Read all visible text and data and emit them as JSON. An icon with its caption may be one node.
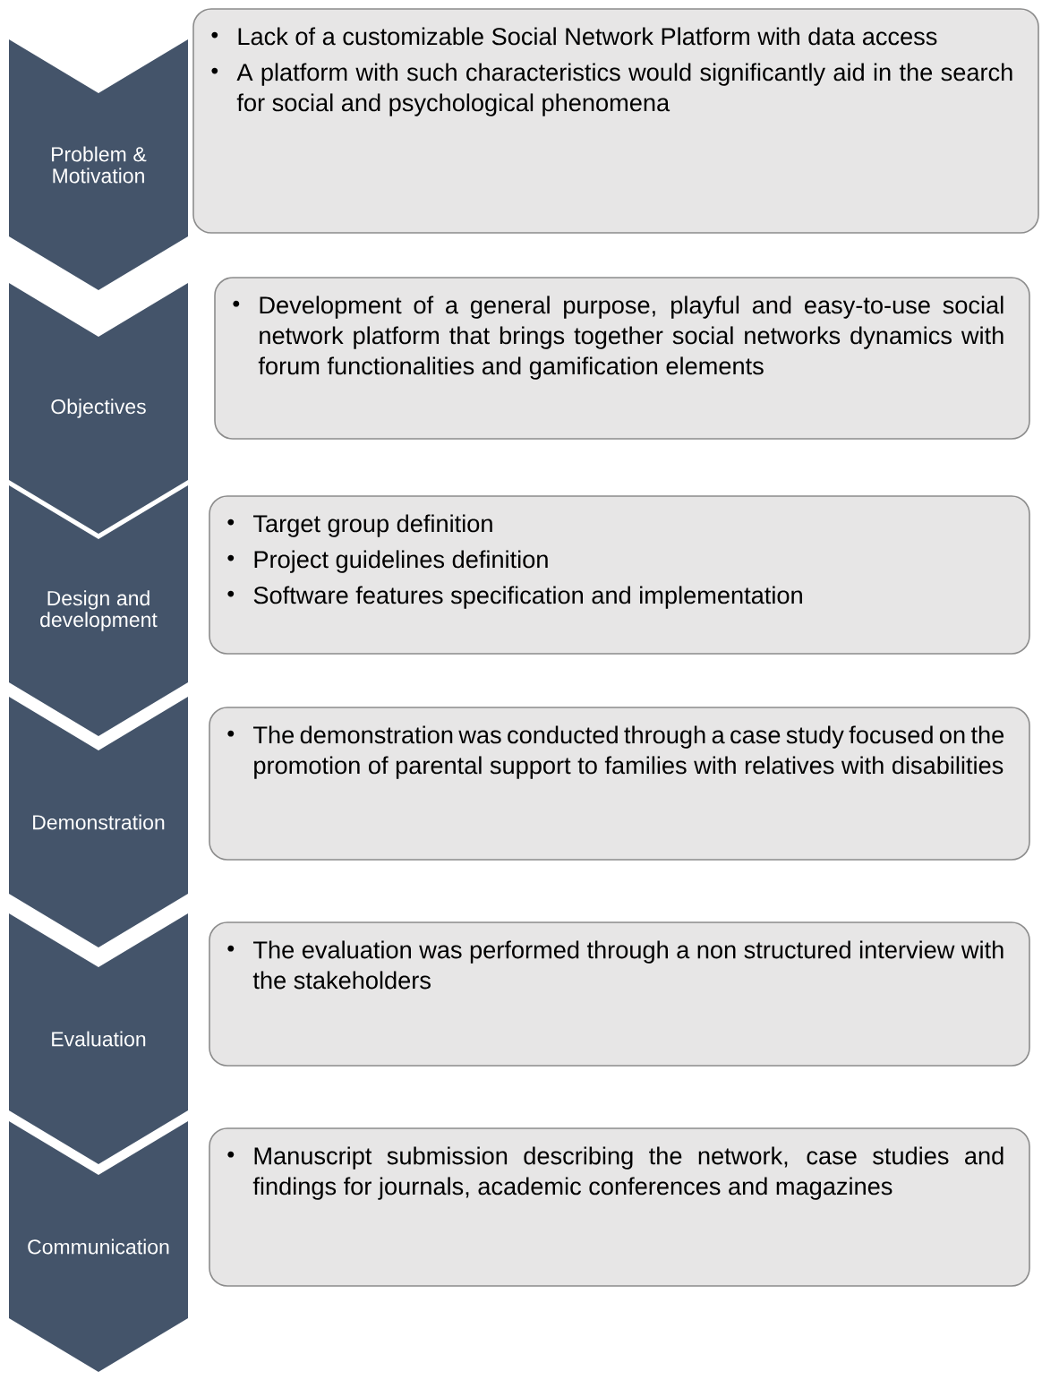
{
  "diagram": {
    "nodes": [
      {
        "text": [
          "Problem & Motivation"
        ]
      },
      {
        "text": [
          "Lack of a customizable Social Network Platform with data access",
          "A platform with such characteristics would significantly aid in the search for social and psychological phenomena"
        ]
      },
      {
        "text": [
          "Objectives"
        ]
      },
      {
        "text": [
          "Development of a general purpose, playful and easy-to-use social network platform that brings together social networks dynamics with forum functionalities and gamification elements"
        ]
      },
      {
        "text": [
          "Design and development"
        ]
      },
      {
        "text": [
          "Target group definition",
          "Project guidelines definition",
          "Software features specification  and implementation"
        ]
      },
      {
        "text": [
          "Demonstration"
        ]
      },
      {
        "text": [
          "The demonstration was conducted through a case study focused on the promotion of parental support to families with relatives with disabilities"
        ]
      },
      {
        "text": [
          "Evaluation"
        ]
      },
      {
        "text": [
          "The evaluation was performed through a non structured interview with the stakeholders"
        ]
      },
      {
        "text": [
          "Communication"
        ]
      },
      {
        "text": [
          "Manuscript submission describing the network, case studies and findings for journals, academic conferences and magazines"
        ]
      }
    ]
  }
}
